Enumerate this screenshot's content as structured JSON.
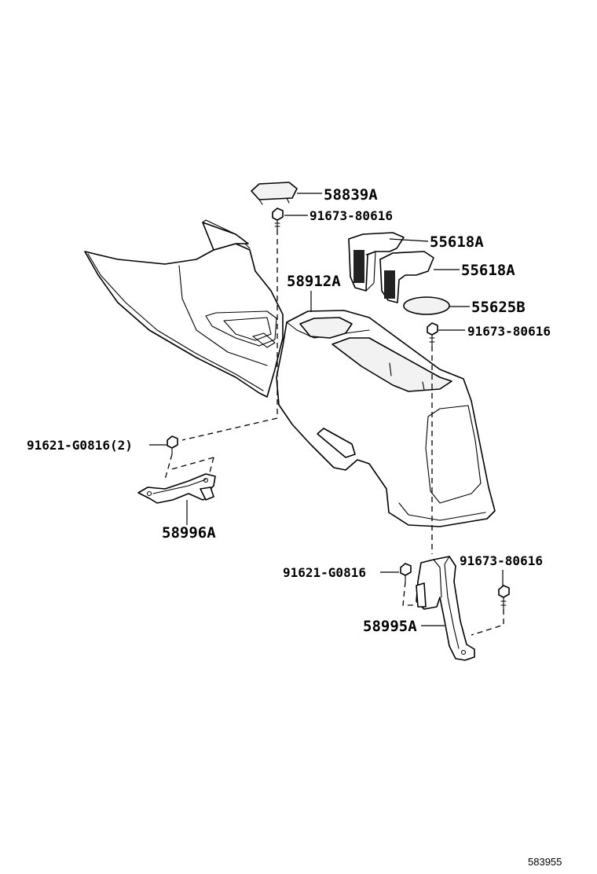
{
  "diagram": {
    "ref_number": "583955",
    "parts": [
      {
        "id": "p58839a",
        "number": "58839A"
      },
      {
        "id": "p91673_top",
        "number": "91673-80616"
      },
      {
        "id": "p55618a_1",
        "number": "55618A"
      },
      {
        "id": "p55618a_2",
        "number": "55618A"
      },
      {
        "id": "p58912a",
        "number": "58912A"
      },
      {
        "id": "p55625b",
        "number": "55625B"
      },
      {
        "id": "p91673_mid",
        "number": "91673-80616"
      },
      {
        "id": "p91621_left",
        "number": "91621-G0816(2)"
      },
      {
        "id": "p58996a",
        "number": "58996A"
      },
      {
        "id": "p91673_right",
        "number": "91673-80616"
      },
      {
        "id": "p91621_right",
        "number": "91621-G0816"
      },
      {
        "id": "p58995a",
        "number": "58995A"
      }
    ]
  }
}
